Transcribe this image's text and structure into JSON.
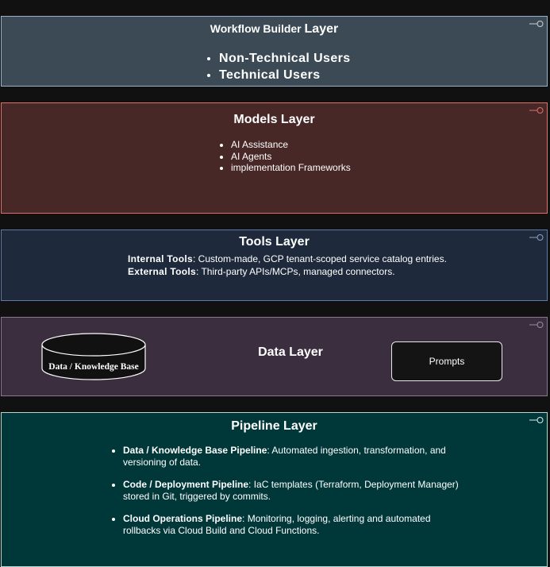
{
  "workflow": {
    "title_small": "Workflow Builder",
    "title_big": "Layer",
    "items": [
      "Non-Technical Users",
      "Technical Users"
    ]
  },
  "models": {
    "title": "Models Layer",
    "items": [
      "AI Assistance",
      "AI Agents",
      "implementation Frameworks"
    ]
  },
  "tools": {
    "title": "Tools Layer",
    "internal_label": "Internal Tools",
    "internal_text": ": Custom-made, GCP tenant-scoped service catalog entries.",
    "external_label": "External Tools",
    "external_text": ": Third-party APIs/MCPs, managed connectors."
  },
  "data": {
    "title": "Data Layer",
    "database_label": "Data / Knowledge Base",
    "prompts_label": "Prompts"
  },
  "pipeline": {
    "title": "Pipeline Layer",
    "items": [
      {
        "label": "Data / Knowledge Base Pipeline",
        "text": ": Automated ingestion, transformation, and versioning of data."
      },
      {
        "label": "Code / Deployment Pipeline",
        "text": ": IaC templates (Terraform, Deployment Manager) stored in Git, triggered by commits."
      },
      {
        "label": "Cloud Operations Pipeline",
        "text": ": Monitoring, logging, alerting and automated rollbacks via Cloud Build and Cloud Functions."
      }
    ]
  },
  "colors": {
    "background": "#111111",
    "workflow_fill": "#3b4a54",
    "models_fill": "#472827",
    "tools_fill": "#1e2a3c",
    "data_fill": "#3b2e3e",
    "pipeline_fill": "#00383a"
  },
  "icons": {
    "layer_corner": "lollipop-connector-icon"
  }
}
